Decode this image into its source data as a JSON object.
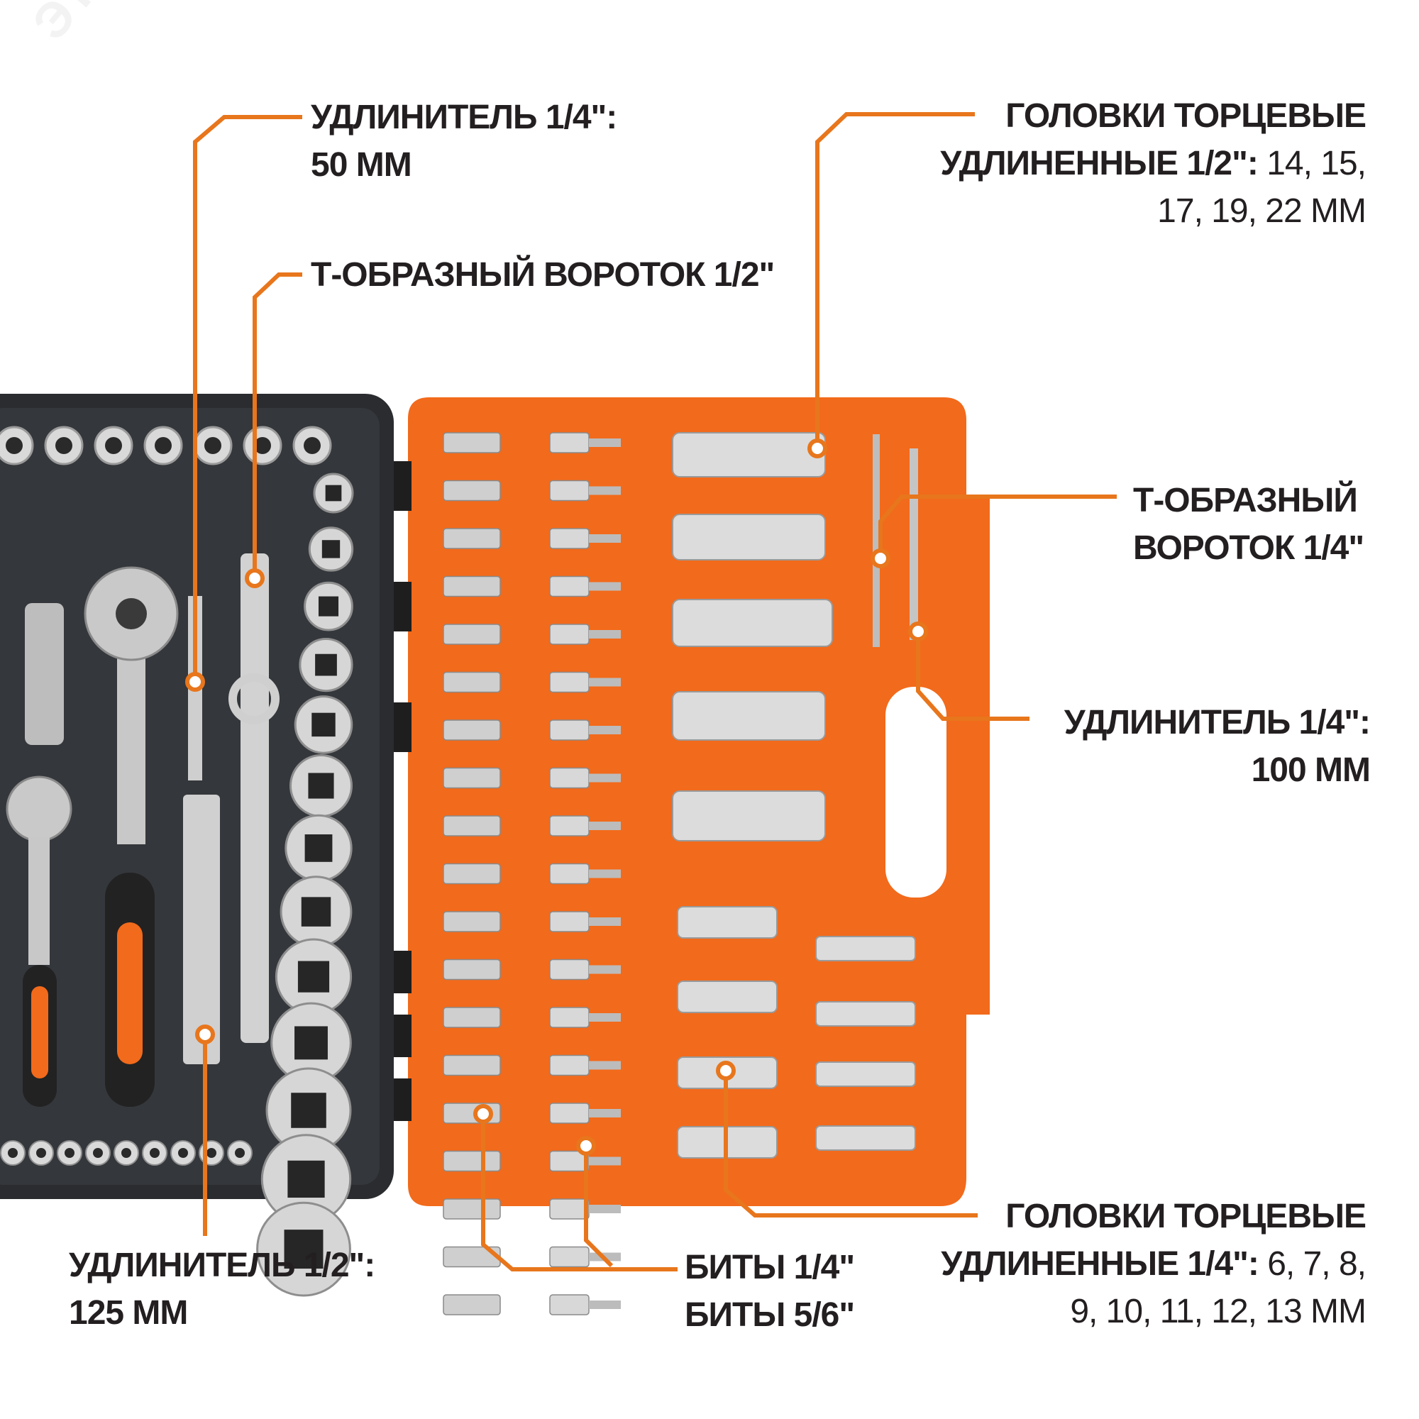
{
  "watermark": "ЭTM",
  "colors": {
    "accent": "#e8761c",
    "case_orange": "#f26a1b",
    "case_dark": "#2a2c2f",
    "text": "#231f20"
  },
  "callouts": [
    {
      "id": "ext-quarter-50",
      "title": "УДЛИНИТЕЛЬ 1/4\":",
      "value": "50 ММ"
    },
    {
      "id": "t-handle-half",
      "title": "Т-ОБРАЗНЫЙ ВОРОТОК 1/2\""
    },
    {
      "id": "deep-sockets-half",
      "title_line1": "ГОЛОВКИ ТОРЦЕВЫЕ",
      "title_line2": "УДЛИНЕННЫЕ 1/2\":",
      "sizes_line1": "14, 15,",
      "sizes_line2": "17, 19, 22 ММ"
    },
    {
      "id": "t-handle-quarter",
      "title_line1": "Т-ОБРАЗНЫЙ",
      "title_line2": "ВОРОТОК 1/4\""
    },
    {
      "id": "ext-quarter-100",
      "title": "УДЛИНИТЕЛЬ 1/4\":",
      "value": "100 ММ"
    },
    {
      "id": "deep-sockets-quarter",
      "title_line1": "ГОЛОВКИ ТОРЦЕВЫЕ",
      "title_line2": "УДЛИНЕННЫЕ 1/4\":",
      "sizes_line1": "6, 7, 8,",
      "sizes_line2": "9, 10, 11, 12, 13 ММ"
    },
    {
      "id": "bits",
      "line1": "БИТЫ 1/4\"",
      "line2": "БИТЫ 5/6\""
    },
    {
      "id": "ext-half-125",
      "title": "УДЛИНИТЕЛЬ 1/2\":",
      "value": "125 ММ"
    }
  ]
}
